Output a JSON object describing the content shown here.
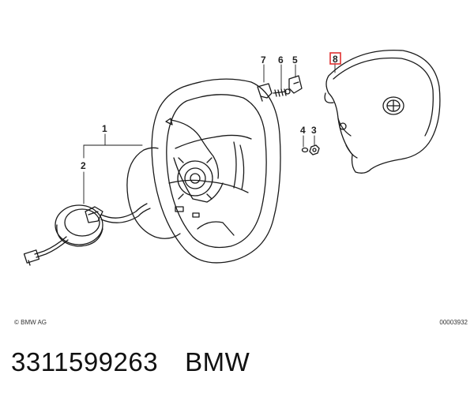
{
  "diagram": {
    "callouts": {
      "c1": "1",
      "c2": "2",
      "c3": "3",
      "c4": "4",
      "c5": "5",
      "c6": "6",
      "c7": "7",
      "c8": "8"
    },
    "highlight_color": "#e03030",
    "copyright": "© BMW AG",
    "document_number": "00003932"
  },
  "footer": {
    "part_number": "3311599263",
    "brand": "BMW"
  }
}
